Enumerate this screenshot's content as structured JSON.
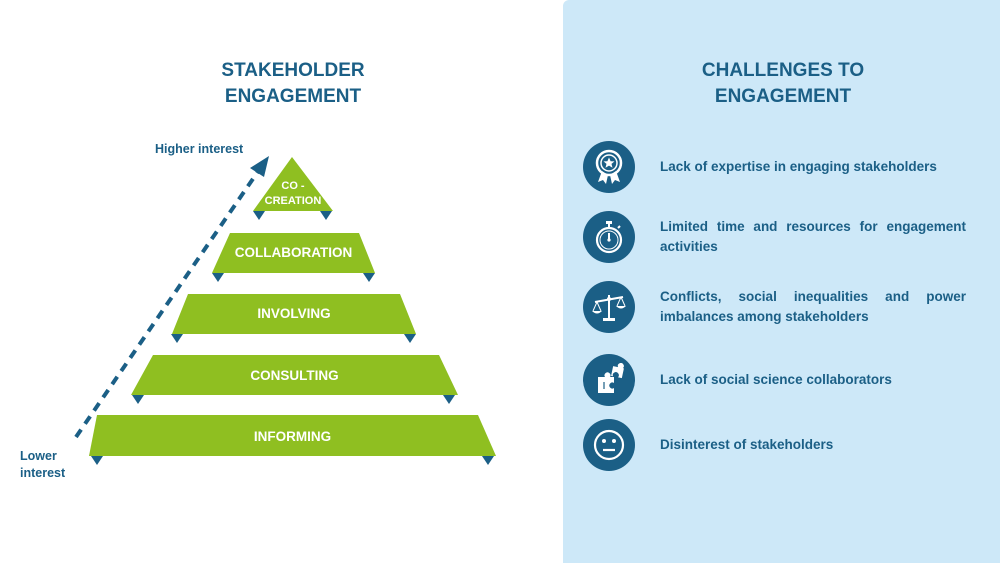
{
  "left": {
    "title_line1": "STAKEHOLDER",
    "title_line2": "ENGAGEMENT",
    "higher_interest": "Higher interest",
    "lower_interest_line1": "Lower",
    "lower_interest_line2": "interest",
    "levels": [
      {
        "line1": "CO -",
        "line2": "CREATION"
      },
      {
        "label": "COLLABORATION"
      },
      {
        "label": "INVOLVING"
      },
      {
        "label": "CONSULTING"
      },
      {
        "label": "INFORMING"
      }
    ],
    "colors": {
      "level_fill": "#8fbf21",
      "accent": "#1b5f86"
    }
  },
  "right": {
    "title_line1": "CHALLENGES TO",
    "title_line2": "ENGAGEMENT",
    "panel_color": "#cde8f8",
    "challenges": [
      {
        "icon": "award-badge-icon",
        "text": "Lack of expertise in engaging stakeholders"
      },
      {
        "icon": "stopwatch-icon",
        "text": "Limited time and resources for engagement activities"
      },
      {
        "icon": "balance-scale-icon",
        "text": "Conflicts, social inequalities and power imbalances among stakeholders"
      },
      {
        "icon": "puzzle-icon",
        "text": "Lack of social science collaborators"
      },
      {
        "icon": "neutral-face-icon",
        "text": "Disinterest of stakeholders"
      }
    ]
  }
}
